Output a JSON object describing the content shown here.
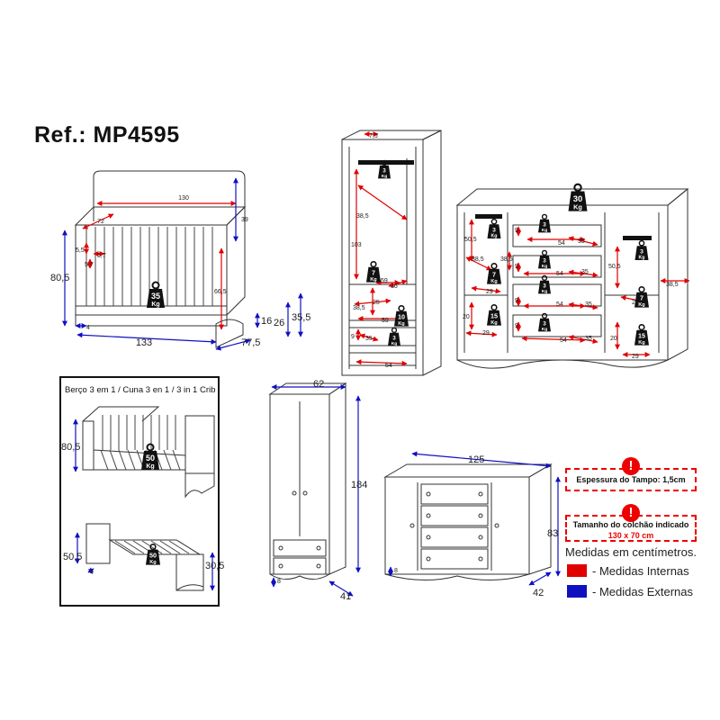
{
  "title": "Ref.: MP4595",
  "crib_caption": "Berço 3 em 1 / Cuna 3 en 1 / 3 in 1 Crib",
  "warnings": {
    "top_thickness": "Espessura do Tampo: 1,5cm",
    "mattress_label": "Tamanho do colchão indicado",
    "mattress_size": "130 x 70 cm"
  },
  "legend": {
    "title": "Medidas em centímetros.",
    "internal": "- Medidas Internas",
    "external": "- Medidas Externas"
  },
  "colors": {
    "internal": "#e00000",
    "external": "#1010c0"
  },
  "weights": {
    "crib": [
      "35",
      "Kg"
    ],
    "crib_bed": [
      "50",
      "Kg"
    ],
    "toddler_bed": [
      "50",
      "Kg"
    ],
    "dresser_top": [
      "30",
      "Kg"
    ],
    "wardrobe_rod": [
      "3",
      "Kg"
    ],
    "wardrobe_shelf": [
      "7",
      "Kg"
    ],
    "wardrobe_drawer": [
      "10",
      "Kg"
    ],
    "wardrobe_small_drawer": [
      "3",
      "Kg"
    ],
    "dresser_rod_left": [
      "3",
      "Kg"
    ],
    "dresser_shelf_left": [
      "7",
      "Kg"
    ],
    "dresser_bottom_left": [
      "15",
      "Kg"
    ],
    "dresser_drawer_1": [
      "3",
      "Kg"
    ],
    "dresser_drawer_2": [
      "3",
      "Kg"
    ],
    "dresser_drawer_3": [
      "3",
      "Kg"
    ],
    "dresser_drawer_4": [
      "3",
      "Kg"
    ],
    "dresser_rod_right": [
      "3",
      "Kg"
    ],
    "dresser_shelf_right": [
      "7",
      "Kg"
    ],
    "dresser_bottom_right": [
      "15",
      "Kg"
    ]
  },
  "dims": {
    "crib_inner_length": "130",
    "crib_headboard": "39",
    "crib_inner_72": "72",
    "crib_55": "5,5",
    "crib_57a": "5,7",
    "crib_57b": "5,7",
    "crib_inner_height": "66,5",
    "crib_height": "80,5",
    "crib_4": "4",
    "crib_length": "133",
    "crib_depth": "77,5",
    "crib_16": "16",
    "crib_26": "26",
    "crib_355": "35,5",
    "bed_height": "80,5",
    "toddler_height": "50,5",
    "toddler_4": "4",
    "toddler_305": "30,5",
    "wd_top": "7,5",
    "wd_385a": "38,5",
    "wd_103": "103",
    "wd_59a": "59",
    "wd_36a": "36",
    "wd_25": "25",
    "wd_385b": "38,5",
    "wd_59b": "59",
    "wd_36b": "36",
    "wd_9": "9",
    "wd_35": "35",
    "wd_54": "54",
    "wd_width": "62",
    "wd_height": "184",
    "wd_8": "8",
    "wd_depth": "41",
    "dr_505l": "50,5",
    "dr_385l": "38,5",
    "dr_29a": "29",
    "dr_20l": "20",
    "dr_29b": "29",
    "dr_9a": "9",
    "dr_54a": "54",
    "dr_35a": "35",
    "dr_385c": "38,5",
    "dr_9b": "9",
    "dr_54b": "54",
    "dr_35b": "35",
    "dr_9c": "9",
    "dr_54c": "54",
    "dr_35c": "35",
    "dr_9d": "9",
    "dr_54d": "54",
    "dr_35d": "35",
    "dr_505r": "50,5",
    "dr_385r": "38,5",
    "dr_29c": "29",
    "dr_20r": "20",
    "dr_29d": "29",
    "cm_width": "125",
    "cm_height": "83",
    "cm_8": "8",
    "cm_depth": "42"
  }
}
